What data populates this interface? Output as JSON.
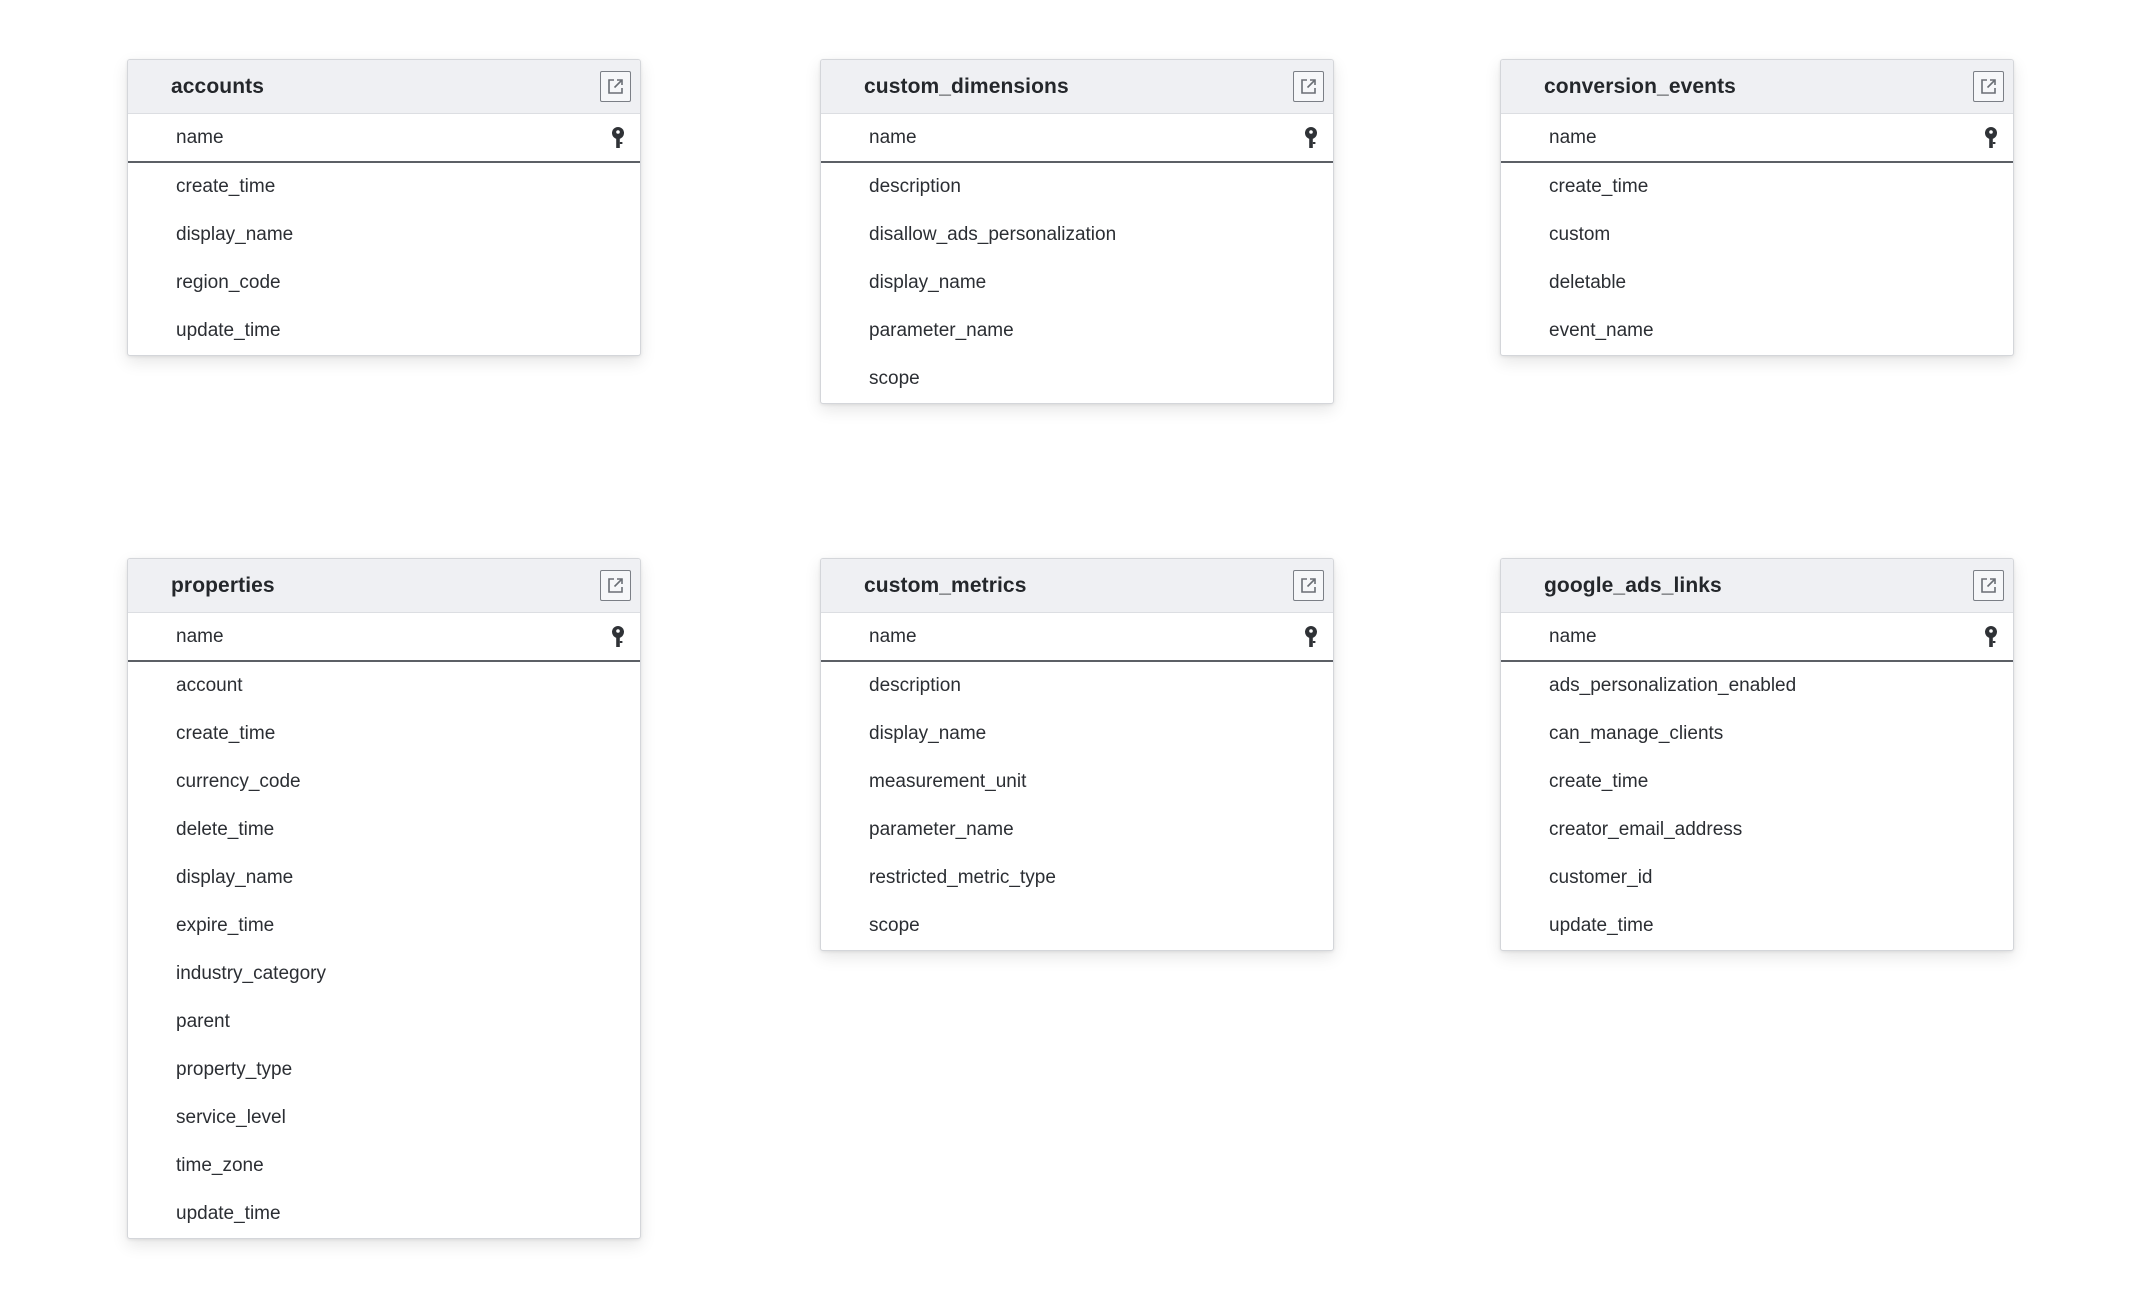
{
  "tables": [
    {
      "title": "accounts",
      "primary_key": "name",
      "columns": [
        "create_time",
        "display_name",
        "region_code",
        "update_time"
      ]
    },
    {
      "title": "custom_dimensions",
      "primary_key": "name",
      "columns": [
        "description",
        "disallow_ads_personalization",
        "display_name",
        "parameter_name",
        "scope"
      ]
    },
    {
      "title": "conversion_events",
      "primary_key": "name",
      "columns": [
        "create_time",
        "custom",
        "deletable",
        "event_name"
      ]
    },
    {
      "title": "properties",
      "primary_key": "name",
      "columns": [
        "account",
        "create_time",
        "currency_code",
        "delete_time",
        "display_name",
        "expire_time",
        "industry_category",
        "parent",
        "property_type",
        "service_level",
        "time_zone",
        "update_time"
      ]
    },
    {
      "title": "custom_metrics",
      "primary_key": "name",
      "columns": [
        "description",
        "display_name",
        "measurement_unit",
        "parameter_name",
        "restricted_metric_type",
        "scope"
      ]
    },
    {
      "title": "google_ads_links",
      "primary_key": "name",
      "columns": [
        "ads_personalization_enabled",
        "can_manage_clients",
        "create_time",
        "creator_email_address",
        "customer_id",
        "update_time"
      ]
    }
  ],
  "icons": {
    "open": "external-link-icon",
    "primary_key": "key-icon"
  },
  "colors": {
    "header_bg": "#eff0f3",
    "border": "#d4d6da",
    "pk_divider": "#5c6066",
    "text": "#2b2e33"
  }
}
